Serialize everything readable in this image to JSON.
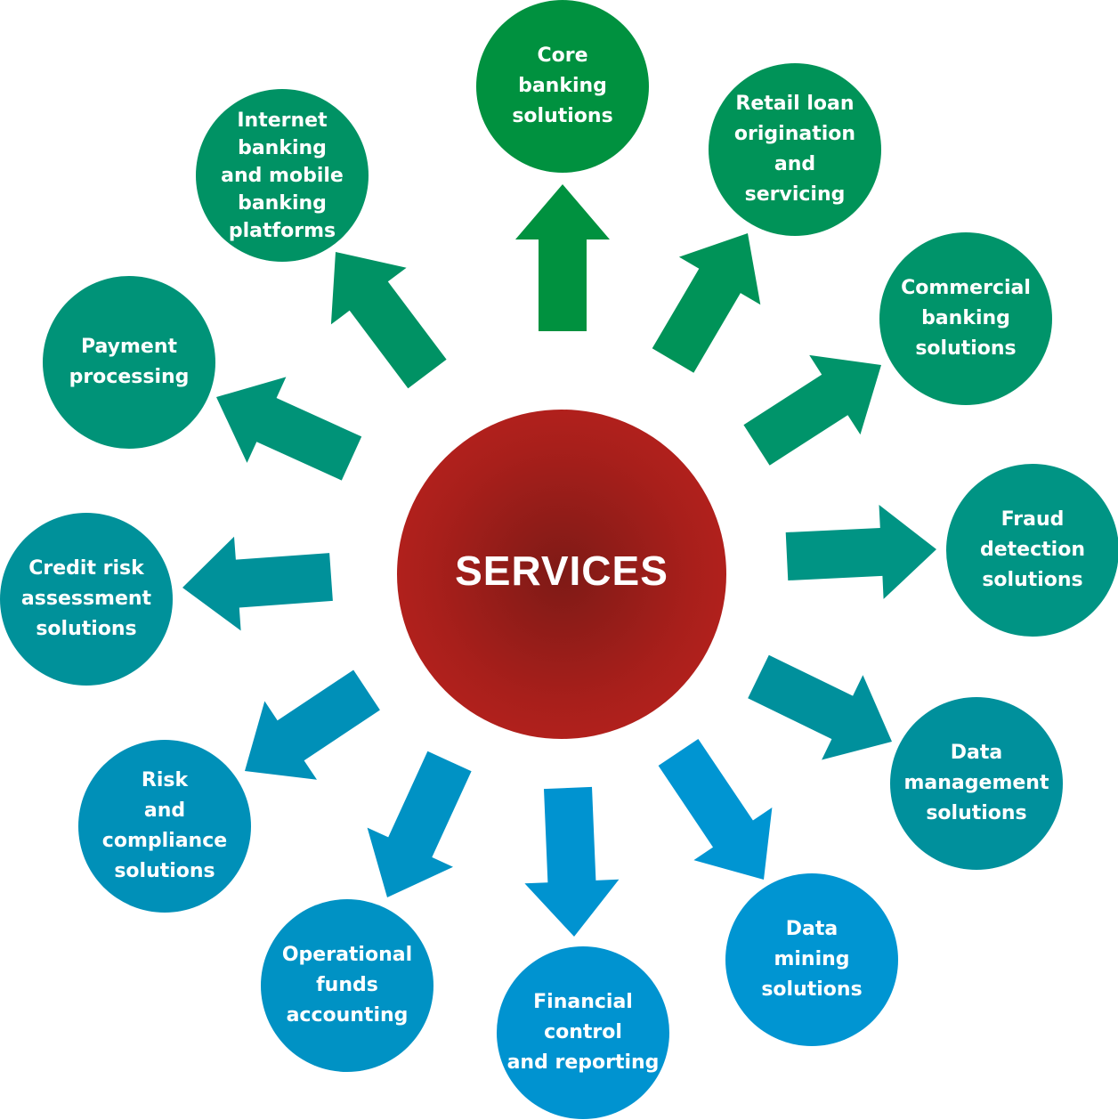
{
  "center": {
    "label": "SERVICES",
    "color": "#a81f1b"
  },
  "services": [
    {
      "label": "Core\nbanking\nsolutions",
      "color": "#00913f"
    },
    {
      "label": "Retail loan\norigination\nand\nservicing",
      "color": "#009358"
    },
    {
      "label": "Commercial\nbanking\nsolutions",
      "color": "#00946a"
    },
    {
      "label": "Fraud\ndetection\nsolutions",
      "color": "#009484"
    },
    {
      "label": "Data\nmanagement\nsolutions",
      "color": "#00909c"
    },
    {
      "label": "Data\nmining\nsolutions",
      "color": "#0095d2"
    },
    {
      "label": "Financial\ncontrol\nand reporting",
      "color": "#0093d0"
    },
    {
      "label": "Operational\nfunds\naccounting",
      "color": "#0092c4"
    },
    {
      "label": "Risk\nand\ncompliance\nsolutions",
      "color": "#0090b8"
    },
    {
      "label": "Credit risk\nassessment\nsolutions",
      "color": "#00919a"
    },
    {
      "label": "Payment\nprocessing",
      "color": "#009378"
    },
    {
      "label": "Internet\nbanking\nand mobile\nbanking\nplatforms",
      "color": "#009264"
    }
  ]
}
